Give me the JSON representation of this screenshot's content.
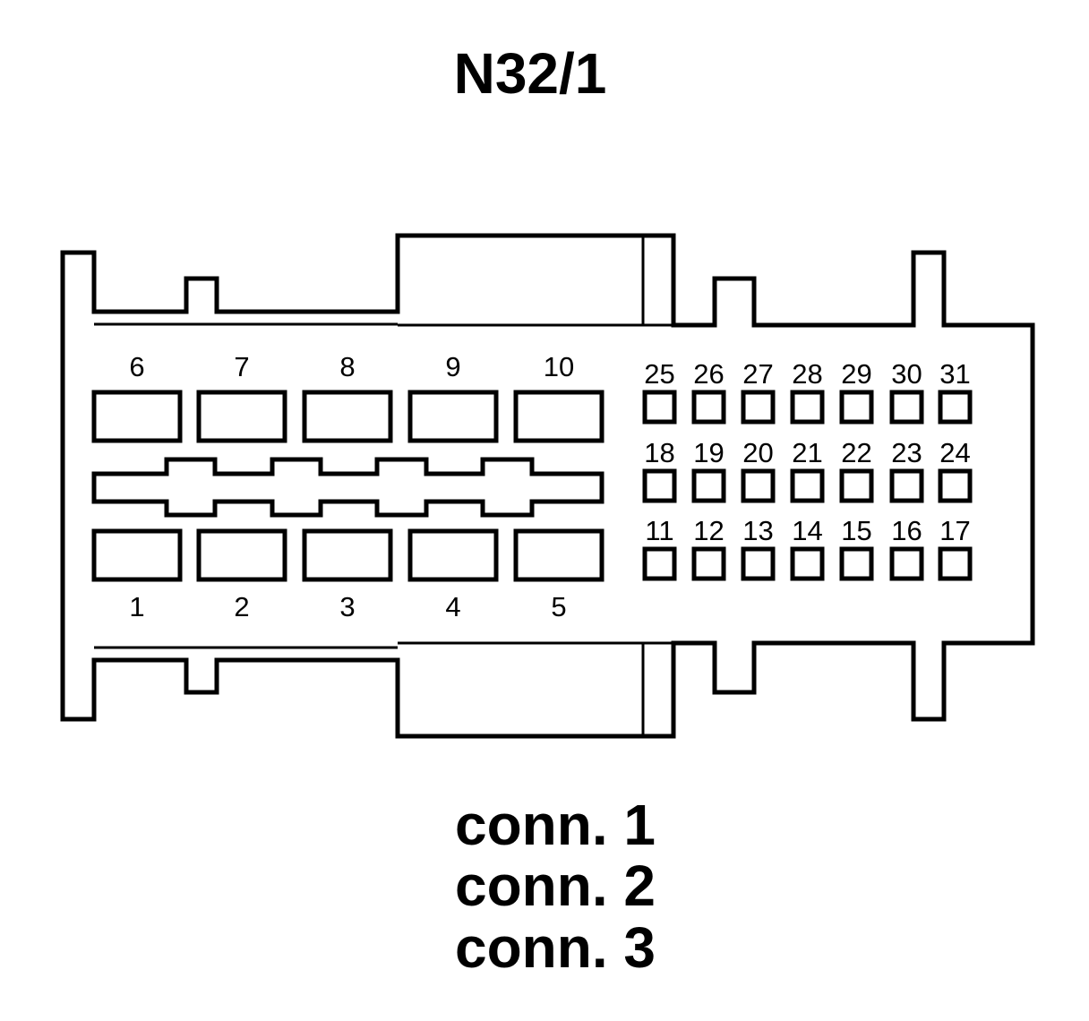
{
  "title": "N32/1",
  "large_pins": {
    "top_row": [
      "6",
      "7",
      "8",
      "9",
      "10"
    ],
    "bottom_row": [
      "1",
      "2",
      "3",
      "4",
      "5"
    ]
  },
  "small_pins": {
    "row_top": [
      "25",
      "26",
      "27",
      "28",
      "29",
      "30",
      "31"
    ],
    "row_middle": [
      "18",
      "19",
      "20",
      "21",
      "22",
      "23",
      "24"
    ],
    "row_bottom": [
      "11",
      "12",
      "13",
      "14",
      "15",
      "16",
      "17"
    ]
  },
  "connectors": [
    "conn. 1",
    "conn. 2",
    "conn. 3"
  ]
}
